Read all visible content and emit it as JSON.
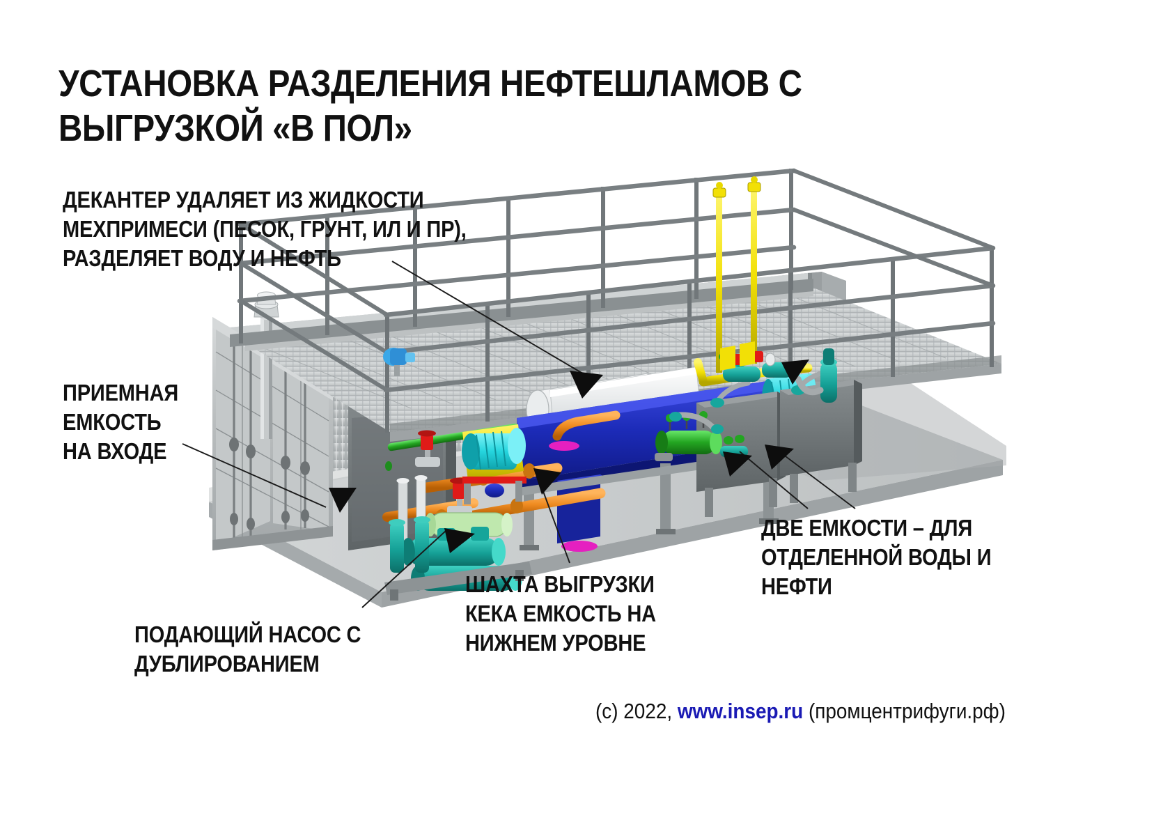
{
  "page": {
    "title_line1": "УСТАНОВКА РАЗДЕЛЕНИЯ НЕФТЕШЛАМОВ С",
    "title_line2": "ВЫГРУЗКОЙ «В ПОЛ»",
    "title_full": "УСТАНОВКА РАЗДЕЛЕНИЯ НЕФТЕШЛАМОВ С\nВЫГРУЗКОЙ «В ПОЛ»",
    "background_color": "#ffffff",
    "text_color": "#111111"
  },
  "annotations": [
    {
      "id": "decanter",
      "text": "ДЕКАНТЕР УДАЛЯЕТ ИЗ ЖИДКОСТИ\nМЕХПРИМЕСИ (ПЕСОК, ГРУНТ, ИЛ И ПР),\nРАЗДЕЛЯЕТ ВОДУ И НЕФТЬ",
      "lines": [
        "ДЕКАНТЕР УДАЛЯЕТ ИЗ ЖИДКОСТИ",
        "МЕХПРИМЕСИ (ПЕСОК, ГРУНТ, ИЛ И ПР),",
        "РАЗДЕЛЯЕТ ВОДУ И НЕФТЬ"
      ]
    },
    {
      "id": "intake-tank",
      "text": "ПРИЕМНАЯ\nЕМКОСТЬ\nНА ВХОДЕ",
      "lines": [
        "ПРИЕМНАЯ",
        "ЕМКОСТЬ",
        "НА ВХОДЕ"
      ]
    },
    {
      "id": "feed-pump",
      "text": "ПОДАЮЩИЙ НАСОС С\nДУБЛИРОВАНИЕМ",
      "lines": [
        "ПОДАЮЩИЙ НАСОС С",
        "ДУБЛИРОВАНИЕМ"
      ]
    },
    {
      "id": "cake-discharge-shaft",
      "text": "ШАХТА ВЫГРУЗКИ\nКЕКА ЕМКОСТЬ НА\nНИЖНЕМ УРОВНЕ",
      "lines": [
        "ШАХТА ВЫГРУЗКИ",
        "КЕКА ЕМКОСТЬ НА",
        "НИЖНЕМ УРОВНЕ"
      ]
    },
    {
      "id": "two-tanks",
      "text": "ДВЕ ЕМКОСТИ – ДЛЯ\nОТДЕЛЕННОЙ ВОДЫ И\nНЕФТИ",
      "lines": [
        "ДВЕ ЕМКОСТИ – ДЛЯ",
        "ОТДЕЛЕННОЙ ВОДЫ И",
        "НЕФТИ"
      ]
    }
  ],
  "footer": {
    "copyright": "(c) 2022, ",
    "url": "www.insep.ru",
    "suffix": " (промцентрифуги.рф)",
    "url_color": "#1a1ab4"
  },
  "render": {
    "subject": "Установка разделения нефтешламов в контейнере",
    "view": "isometric-3d-cad",
    "colors": {
      "container_body": "#b9bcbd",
      "container_shadow": "#8d9193",
      "platform_grating": "#d0d3d4",
      "railing": "#7e8386",
      "decanter_bowl_blue": "#1f2fb4",
      "decanter_cone_white": "#f4f6f7",
      "motor_cyan": "#2fd8e0",
      "pump_teal": "#17a79d",
      "pipe_orange": "#ef8b21",
      "pipe_yellow": "#f2e006",
      "pipe_green": "#2ecc2e",
      "vessel_green": "#23a521",
      "flange_magenta": "#e520c0",
      "valve_red": "#e01b18",
      "valve_navy": "#15189a",
      "tank_dark_gray": "#6c7173",
      "floor_gray": "#c9cccd",
      "arrow_black": "#0d0d0d"
    },
    "components": [
      "приемная емкость на входе",
      "подающий насос с дублированием",
      "декантерная центрифуга",
      "шахта выгрузки кека",
      "емкость отделенной воды",
      "емкость отделенной нефти",
      "площадка обслуживания с ограждением",
      "вентиляционная труба"
    ]
  }
}
